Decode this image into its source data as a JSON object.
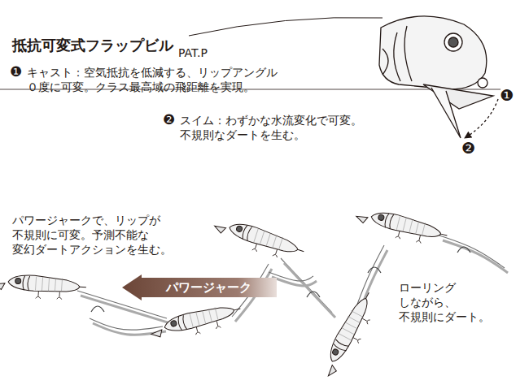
{
  "diagram": {
    "title": "抵抗可変式フラップビル",
    "nodes": [
      {
        "text": [
          "パワージャーク"
        ]
      }
    ],
    "labels": [
      "PAT.P",
      "❶",
      "キャスト：空気抵抗を低減する、リップアングル ０度に可変。クラス最高域の飛距離を実現。",
      "❷",
      "スイム：わずかな水流変化で可変。 不規則なダートを生む。",
      "❶",
      "❷",
      "パワージャークで、リップが 不規則に可変。予測不能な 変幻ダートアクションを生む。",
      "ローリング しながら、 不規則にダート。"
    ]
  }
}
